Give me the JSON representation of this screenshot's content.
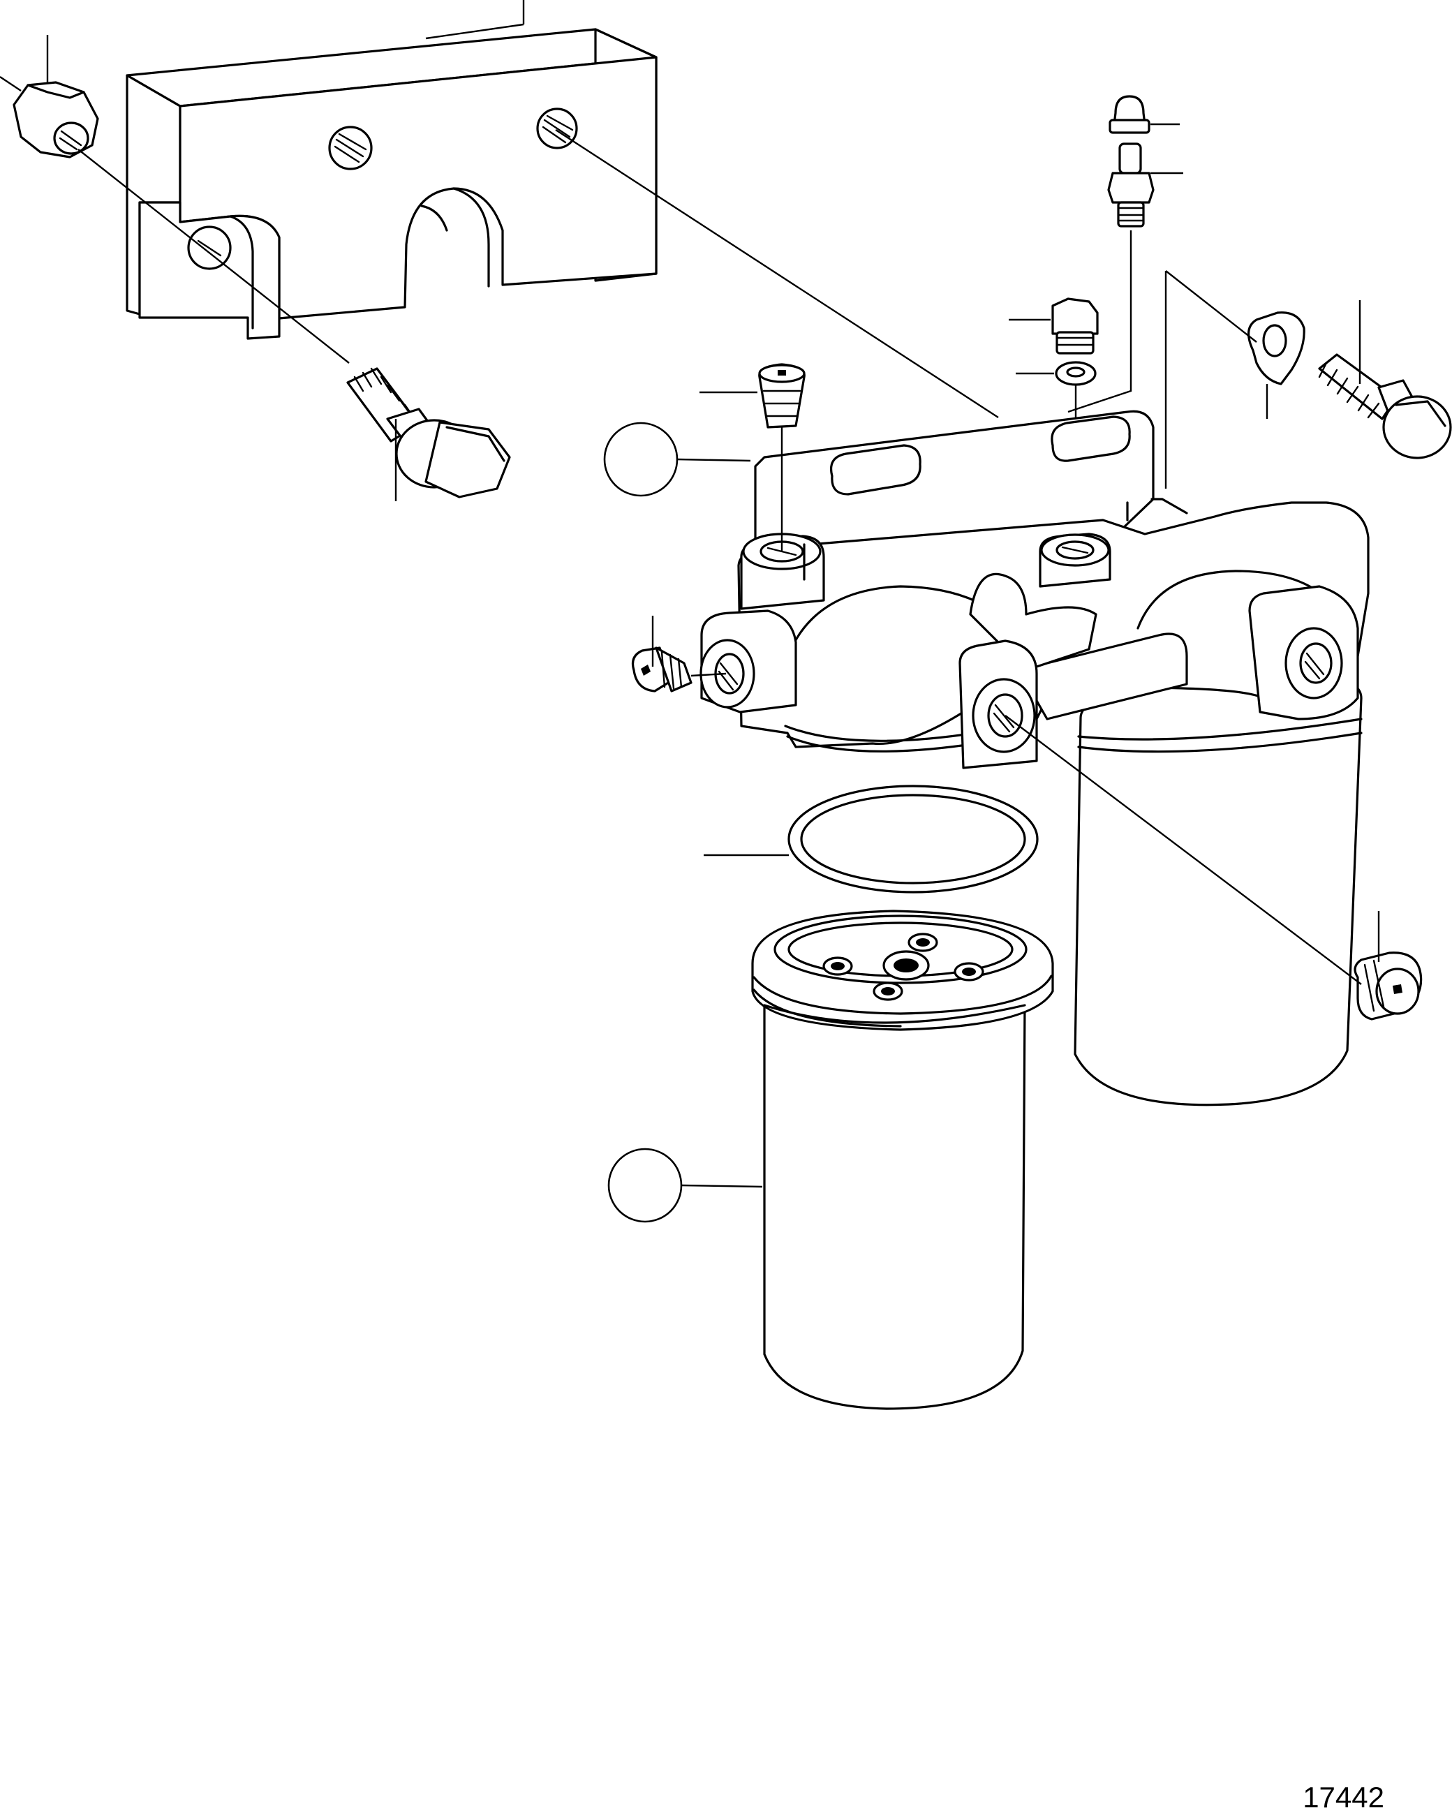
{
  "figure": {
    "number": "17442"
  },
  "colors": {
    "ink": "#000000",
    "paper": "#ffffff"
  },
  "parts": [
    "nut-icon",
    "bracket-plate",
    "flange-bolt-icon",
    "vent-cap-icon",
    "vent-nipple-icon",
    "plug-icon",
    "sealing-washer-icon",
    "bolt-icon",
    "filter-housing",
    "o-ring-icon",
    "fuel-filter-front",
    "fuel-filter-rear",
    "set-screw-icon"
  ],
  "callouts": [
    {
      "id": "housing",
      "label": ""
    },
    {
      "id": "filter",
      "label": ""
    }
  ]
}
